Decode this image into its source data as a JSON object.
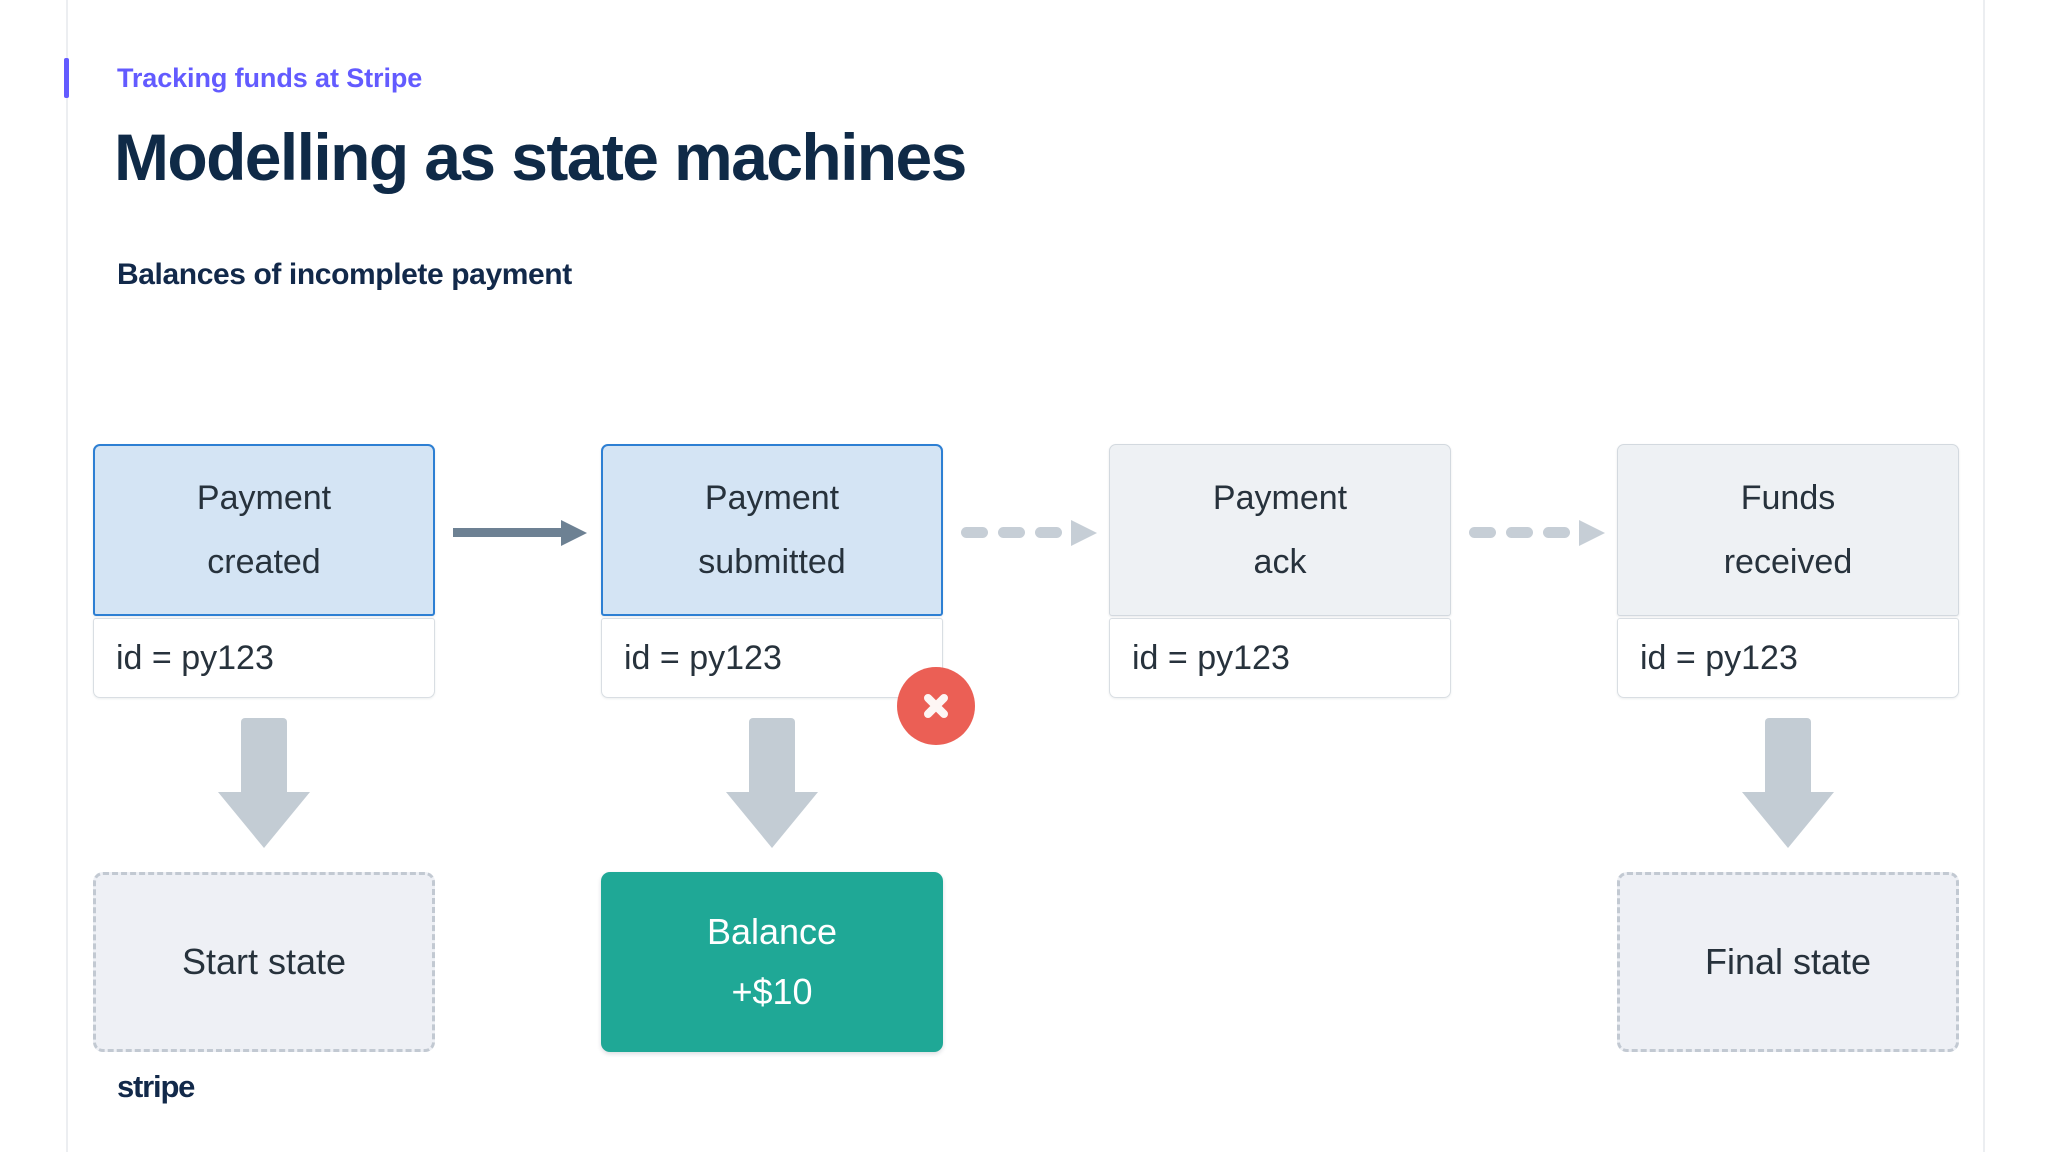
{
  "header": {
    "eyebrow": "Tracking funds at Stripe",
    "title": "Modelling as state machines",
    "section_label": "Balances of incomplete payment"
  },
  "brand": {
    "wordmark": "stripe",
    "accent_purple": "#635bff",
    "navy": "#12294a",
    "active_blue_fill": "#d4e4f4",
    "active_blue_border": "#2d7fd3",
    "inactive_gray_fill": "#eef1f4",
    "inactive_gray_border": "#d3d9df",
    "solid_arrow": "#6d8193",
    "dashed_arrow": "#c6ced6",
    "block_arrow": "#c3ccd4",
    "balance_green": "#1fa896",
    "error_red": "#eb5f55",
    "terminal_fill": "#eef0f5",
    "terminal_border": "#c2c9d2"
  },
  "diagram": {
    "nodes": [
      {
        "title_line1": "Payment",
        "title_line2": "created",
        "body": "id = py123",
        "state": "active"
      },
      {
        "title_line1": "Payment",
        "title_line2": "submitted",
        "body": "id = py123",
        "state": "active"
      },
      {
        "title_line1": "Payment",
        "title_line2": "ack",
        "body": "id = py123",
        "state": "inactive"
      },
      {
        "title_line1": "Funds",
        "title_line2": "received",
        "body": "id = py123",
        "state": "inactive"
      }
    ],
    "connectors": [
      {
        "style": "solid",
        "from": "Payment created",
        "to": "Payment submitted"
      },
      {
        "style": "dashed",
        "from": "Payment submitted",
        "to": "Payment ack"
      },
      {
        "style": "dashed",
        "from": "Payment ack",
        "to": "Funds received"
      }
    ],
    "terminals": [
      {
        "label": "Start state",
        "under": "Payment created"
      },
      {
        "label": "Final state",
        "under": "Funds received"
      }
    ],
    "balance": {
      "label": "Balance",
      "amount": "+$10",
      "under": "Payment submitted"
    },
    "error_badge": {
      "icon": "close-x-icon",
      "attached_to": "Payment submitted"
    }
  }
}
